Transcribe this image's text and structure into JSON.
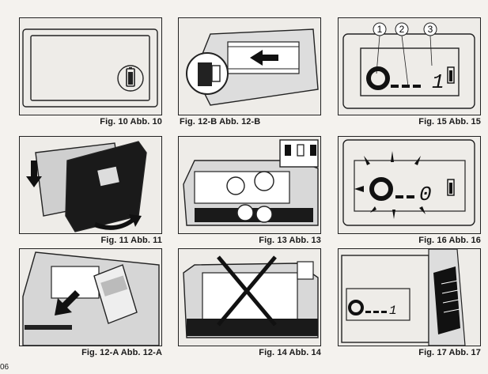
{
  "page_number": "06",
  "panels": [
    {
      "caption": "Fig. 10  Abb. 10"
    },
    {
      "caption": "Fig. 12-B  Abb. 12-B"
    },
    {
      "caption": "Fig. 15  Abb. 15",
      "labels": [
        "1",
        "2",
        "3"
      ],
      "counter": "1"
    },
    {
      "caption": "Fig. 11  Abb. 11"
    },
    {
      "caption": "Fig. 13  Abb. 13"
    },
    {
      "caption": "Fig. 16  Abb. 16",
      "counter": "0"
    },
    {
      "caption": "Fig. 12-A  Abb. 12-A"
    },
    {
      "caption": "Fig. 14  Abb. 14"
    },
    {
      "caption": "Fig. 17  Abb. 17",
      "counter": "1"
    }
  ],
  "icons": [
    "battery-icon",
    "film-cartridge-icon",
    "arrow-icon",
    "cross-icon",
    "sun-rays-icon"
  ]
}
